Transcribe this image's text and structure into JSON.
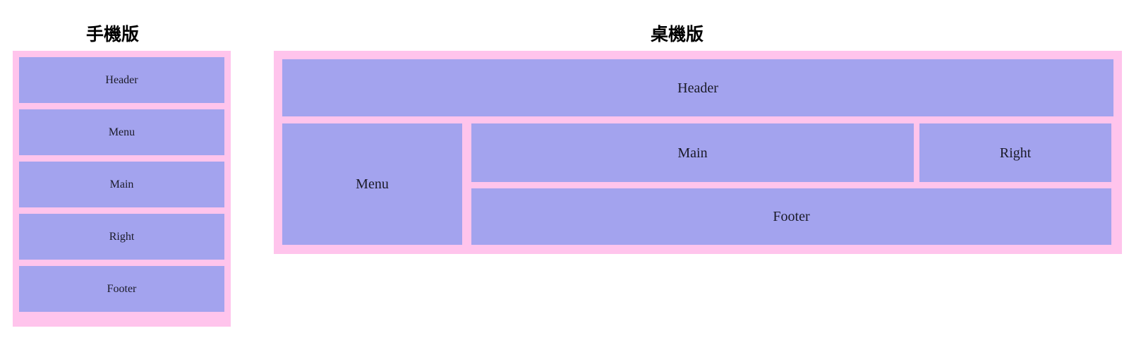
{
  "page": {
    "background_color": "#ffffff",
    "frame_color": "#ffc4ec",
    "cell_color": "#a3a3ee",
    "text_color": "#1b1b28"
  },
  "sections": {
    "mobile": {
      "title": "手機版",
      "cells": [
        {
          "label": "Header"
        },
        {
          "label": "Menu"
        },
        {
          "label": "Main"
        },
        {
          "label": "Right"
        },
        {
          "label": "Footer"
        }
      ]
    },
    "desktop": {
      "title": "桌機版",
      "cells": [
        {
          "label": "Header"
        },
        {
          "label": "Menu"
        },
        {
          "label": "Main"
        },
        {
          "label": "Right"
        },
        {
          "label": "Footer"
        }
      ]
    }
  }
}
